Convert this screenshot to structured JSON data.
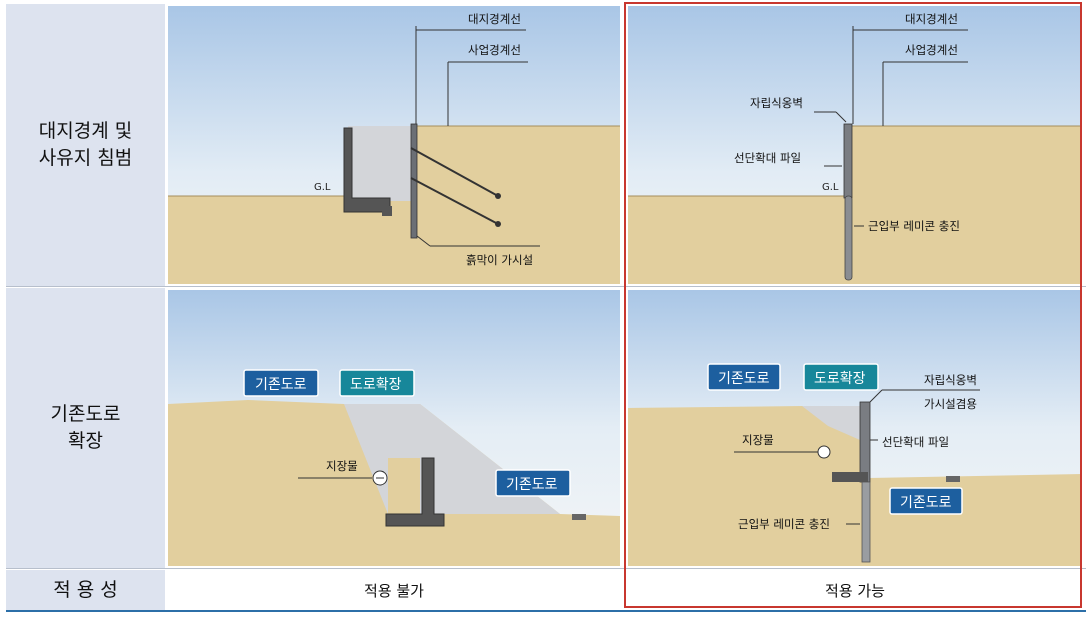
{
  "rows": [
    {
      "header": "대지경계 및\n사유지 침범"
    },
    {
      "header": "기존도로\n확장"
    },
    {
      "header": "적 용 성"
    }
  ],
  "panel_a": {
    "boundary_label": "대지경계선",
    "business_label": "사업경계선",
    "gl_label": "G.L",
    "earth_label": "흙막이 가시설"
  },
  "panel_b": {
    "boundary_label": "대지경계선",
    "business_label": "사업경계선",
    "wall_label": "자립식옹벽",
    "pile_label": "선단확대 파일",
    "gl_label": "G.L",
    "grout_label": "근입부 레미콘 충진"
  },
  "panel_c": {
    "existing_road": "기존도로",
    "road_expansion": "도로확장",
    "obstacle_label": "지장물",
    "existing_road_right": "기존도로"
  },
  "panel_d": {
    "existing_road": "기존도로",
    "road_expansion": "도로확장",
    "wall_label": "자립식옹벽",
    "temp_label": "가시설겸용",
    "obstacle_label": "지장물",
    "pile_label": "선단확대 파일",
    "grout_label": "근입부 레미콘 충진",
    "existing_road_right": "기존도로"
  },
  "applicability": {
    "left": "적용 불가",
    "right": "적용 가능"
  },
  "colors": {
    "header_bg": "#dde3ef",
    "sky_top": "#a9c6e6",
    "soil": "#e2cf9e",
    "button_blue": "#1d5f9f",
    "button_teal": "#17879a",
    "highlight_border": "#c8372f"
  }
}
